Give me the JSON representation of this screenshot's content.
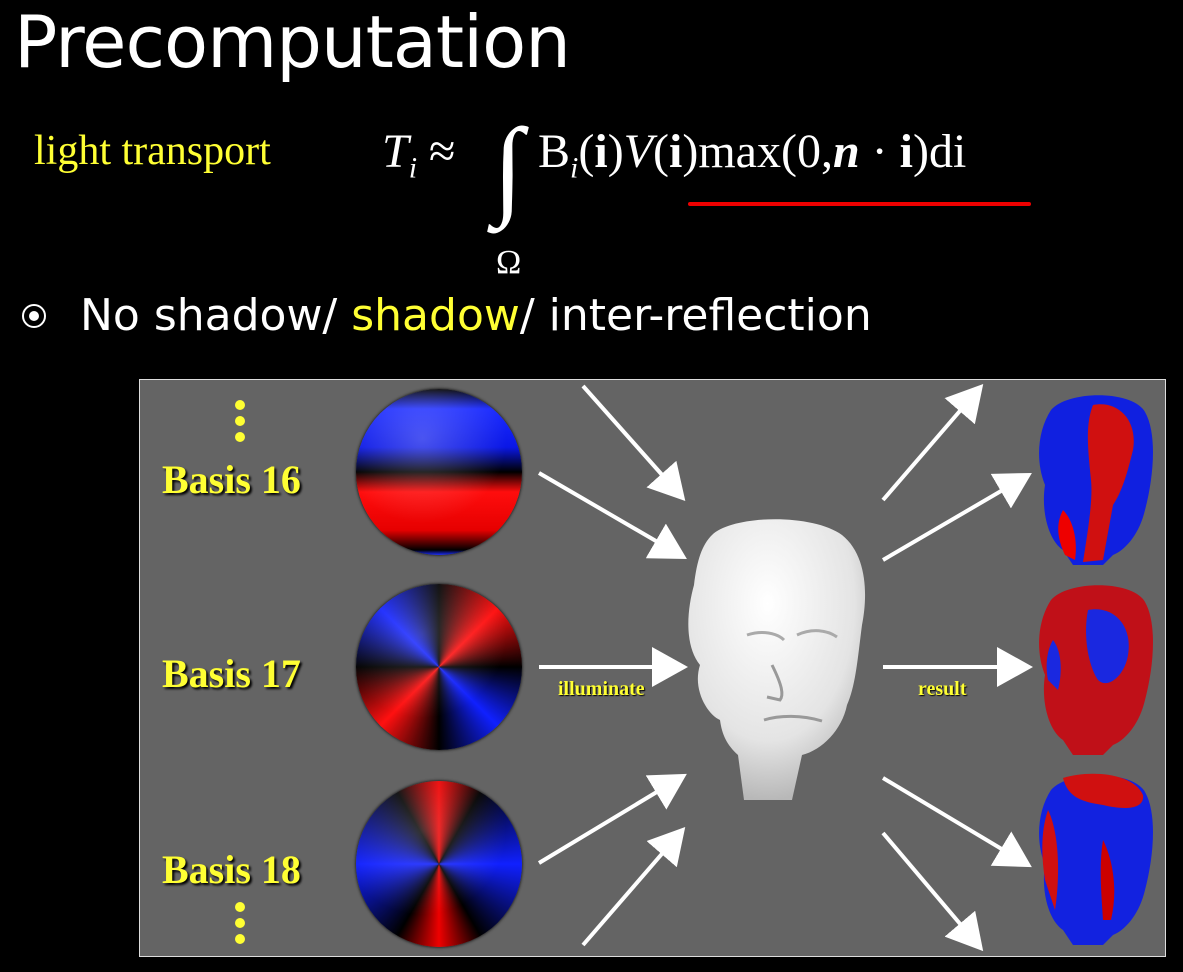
{
  "slide": {
    "title": "Precomputation",
    "label": "light transport",
    "formula": {
      "lhs": "T",
      "lhs_sub": "i",
      "approx": "≈",
      "domain": "Ω",
      "term_b": "B",
      "term_b_sub": "i",
      "arg_i": "i",
      "term_v": "V",
      "rest": "max(0,",
      "n": "n",
      "dot": " · ",
      "i2": "i",
      "tail": ")di"
    },
    "bullet": {
      "part1": "No shadow/ ",
      "part2": "shadow",
      "part3": "/ inter-reflection"
    }
  },
  "figure": {
    "bases": [
      "Basis 16",
      "Basis 17",
      "Basis 18"
    ],
    "illuminate_label": "illuminate",
    "result_label": "result"
  },
  "colors": {
    "highlight": "#ffff33",
    "underline": "#e00000",
    "panel": "#646464"
  }
}
